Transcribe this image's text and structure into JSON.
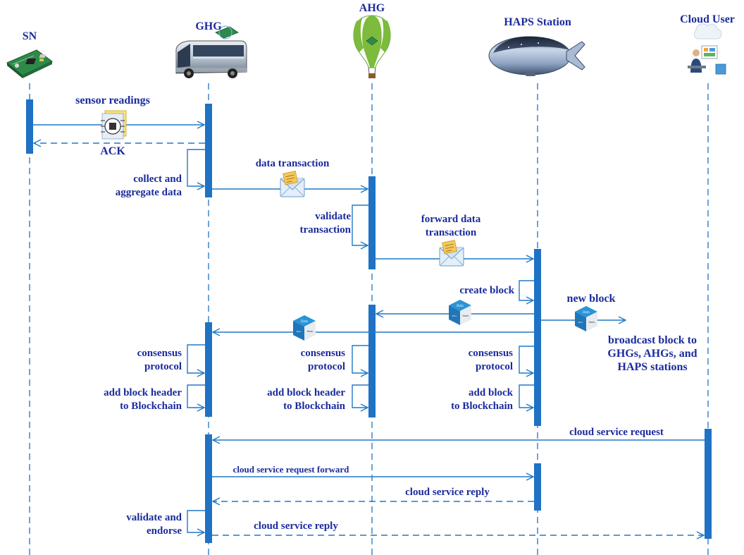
{
  "colors": {
    "lifeline": "#1f72c4",
    "activation": "#1f72c4",
    "text": "#1a2b9c",
    "message": "#2079c7"
  },
  "actors": [
    {
      "id": "sn",
      "label": "SN",
      "icon": "sensor-board-icon"
    },
    {
      "id": "ghg",
      "label": "GHG",
      "icon": "bus-icon"
    },
    {
      "id": "ahg",
      "label": "AHG",
      "icon": "hot-air-balloon-icon"
    },
    {
      "id": "haps",
      "label": "HAPS Station",
      "icon": "airship-icon"
    },
    {
      "id": "cloud",
      "label": "Cloud User",
      "icon": "cloud-user-icon"
    }
  ],
  "messages": {
    "sensor_readings": "sensor readings",
    "ack": "ACK",
    "collect_aggregate": [
      "collect and",
      "aggregate data"
    ],
    "data_transaction": "data transaction",
    "validate_transaction": [
      "validate",
      "transaction"
    ],
    "forward_data_transaction": [
      "forward data",
      "transaction"
    ],
    "create_block": "create block",
    "new_block": "new block",
    "broadcast_block": [
      "broadcast block to",
      "GHGs, AHGs, and",
      "HAPS stations"
    ],
    "consensus_ghg": [
      "consensus",
      "protocol"
    ],
    "consensus_ahg": [
      "consensus",
      "protocol"
    ],
    "consensus_haps": [
      "consensus",
      "protocol"
    ],
    "add_header_ghg": [
      "add block header",
      "to Blockchain"
    ],
    "add_header_ahg": [
      "add block header",
      "to Blockchain"
    ],
    "add_block_haps": [
      "add block",
      "to Blockchain"
    ],
    "cloud_service_request": "cloud service request",
    "cloud_service_request_forward": "cloud service request forward",
    "cloud_service_reply_haps": "cloud service reply",
    "validate_endorse": [
      "validate and",
      "endorse"
    ],
    "cloud_service_reply_user": "cloud service reply"
  },
  "block_icon_labels": {
    "top": "Data",
    "left": "Previous Hash",
    "right": "Hash"
  }
}
